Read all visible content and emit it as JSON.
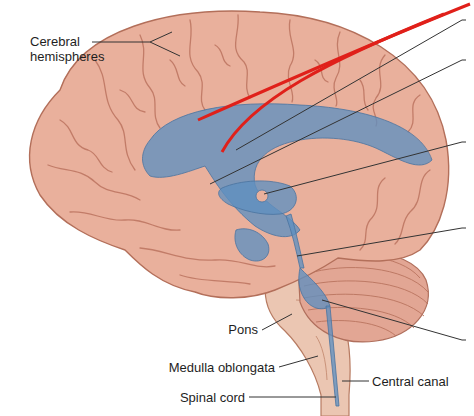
{
  "diagram": {
    "labels": [
      "Cerebral hemispheres",
      "Pons",
      "Medulla oblongata",
      "Spinal cord",
      "Central canal"
    ]
  }
}
